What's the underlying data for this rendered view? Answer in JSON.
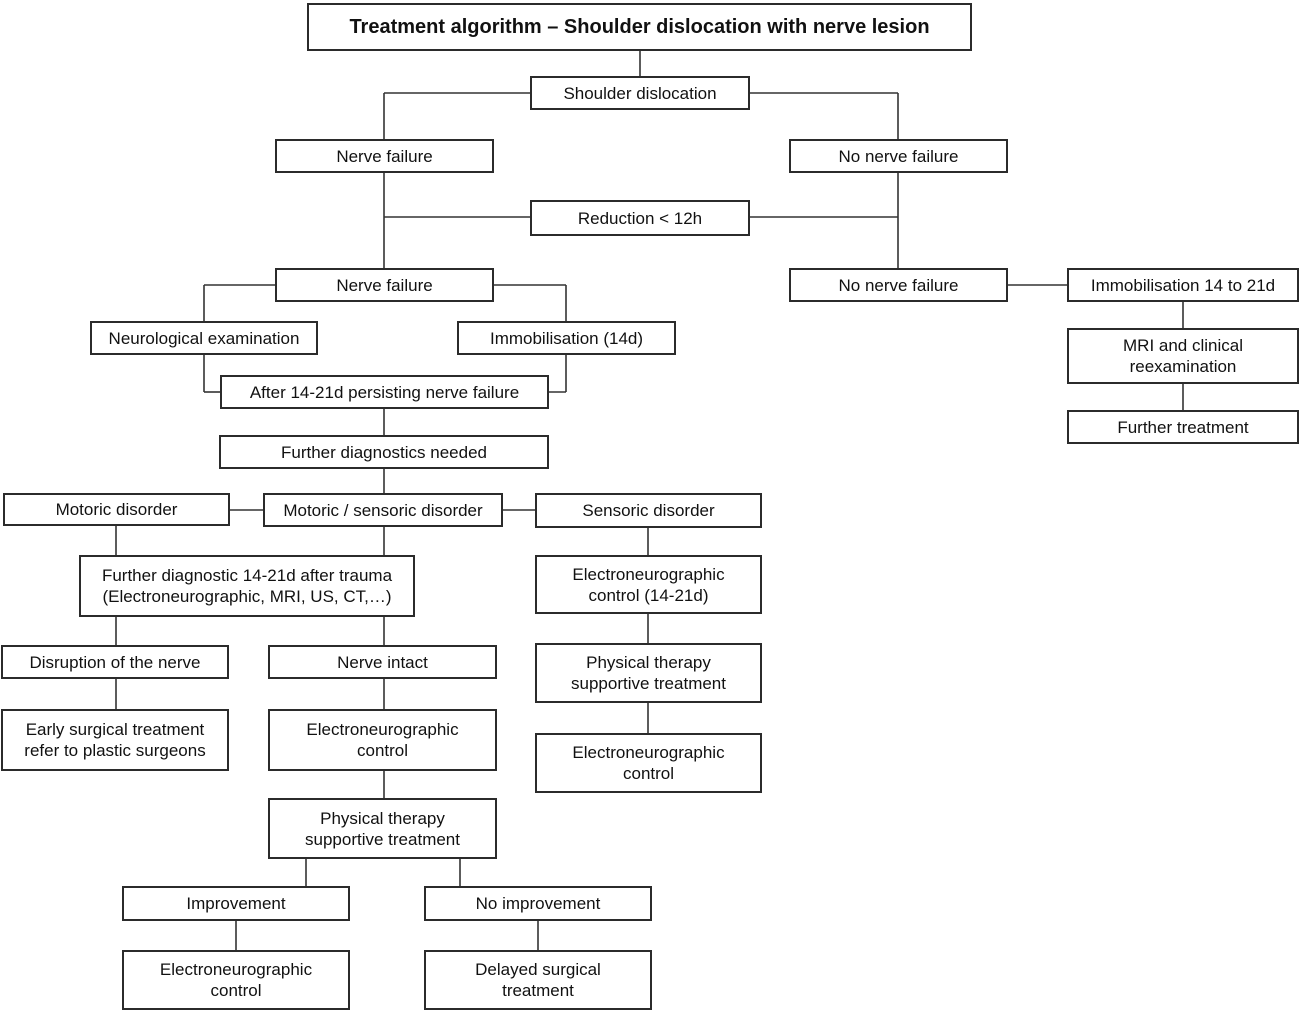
{
  "title": "Treatment algorithm – Shoulder dislocation with nerve lesion",
  "nodes": {
    "shoulder_dislocation": "Shoulder dislocation",
    "nerve_failure_1": "Nerve failure",
    "no_nerve_failure_1": "No nerve failure",
    "reduction": "Reduction < 12h",
    "nerve_failure_2": "Nerve failure",
    "no_nerve_failure_2": "No nerve failure",
    "immobilisation_14_21d": "Immobilisation 14 to 21d",
    "mri_clinical": "MRI and clinical\nreexamination",
    "further_treatment": "Further treatment",
    "neurological_examination": "Neurological examination",
    "immobilisation_14d": "Immobilisation (14d)",
    "persisting_failure": "After 14-21d persisting nerve failure",
    "further_diagnostics_needed": "Further diagnostics needed",
    "motoric_disorder": "Motoric disorder",
    "motoric_sensoric_disorder": "Motoric / sensoric disorder",
    "sensoric_disorder": "Sensoric disorder",
    "further_diagnostic_after_trauma": "Further diagnostic 14-21d after trauma\n(Electroneurographic, MRI, US, CT,…)",
    "eng_control_14_21d": "Electroneurographic\ncontrol (14-21d)",
    "disruption_of_nerve": "Disruption of the nerve",
    "nerve_intact": "Nerve intact",
    "physical_therapy_right": "Physical therapy\nsupportive treatment",
    "early_surgical_treatment": "Early surgical treatment\nrefer to plastic surgeons",
    "eng_control_center": "Electroneurographic\ncontrol",
    "eng_control_right": "Electroneurographic\ncontrol",
    "physical_therapy_center": "Physical therapy\nsupportive treatment",
    "improvement": "Improvement",
    "no_improvement": "No improvement",
    "eng_control_improvement": "Electroneurographic\ncontrol",
    "delayed_surgical_treatment": "Delayed surgical\ntreatment"
  }
}
